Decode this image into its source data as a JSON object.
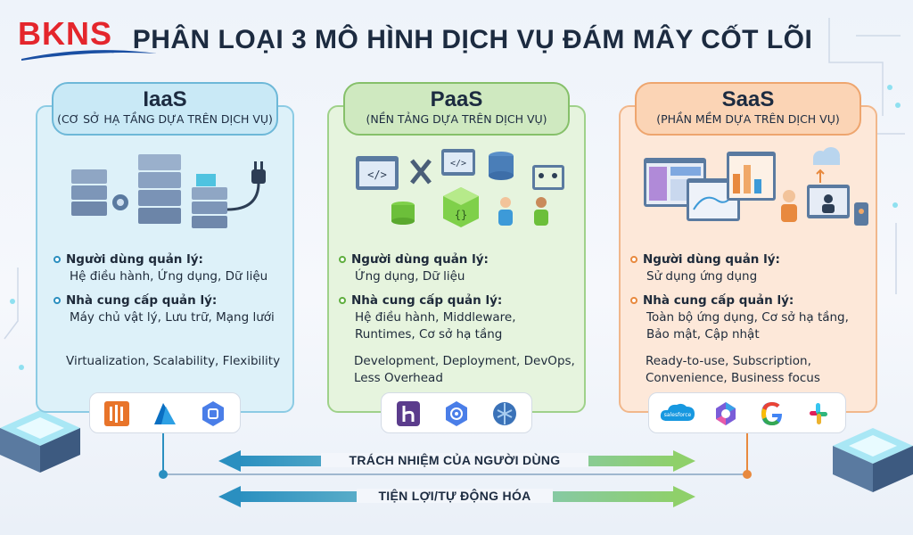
{
  "brand": {
    "logo_text": "BKNS"
  },
  "title": "PHÂN LOẠI 3 MÔ HÌNH DỊCH VỤ ĐÁM MÂY CỐT LÕI",
  "colors": {
    "iaas": "#2a8fc0",
    "paas": "#5fae3f",
    "saas": "#e8893e",
    "brand": "#e4262c"
  },
  "models": [
    {
      "name": "IaaS",
      "subtitle": "(CƠ SỞ HẠ TẦNG DỰA TRÊN DỊCH VỤ)",
      "user_label": "Người dùng quản lý:",
      "user_value": "Hệ điều hành, Ứng dụng, Dữ liệu",
      "provider_label": "Nhà cung cấp quản lý:",
      "provider_value": "Máy chủ vật lý, Lưu trữ, Mạng lưới",
      "features": "Virtualization, Scalability, Flexibility",
      "logos": [
        "aws-icon",
        "azure-icon",
        "google-cloud-icon"
      ]
    },
    {
      "name": "PaaS",
      "subtitle": "(NỀN TẢNG DỰA TRÊN DỊCH VỤ)",
      "user_label": "Người dùng quản lý:",
      "user_value": "Ứng dụng, Dữ liệu",
      "provider_label": "Nhà cung cấp quản lý:",
      "provider_value": "Hệ điều hành, Middleware, Runtimes, Cơ sở hạ tầng",
      "features": "Development, Deployment, DevOps, Less Overhead",
      "logos": [
        "heroku-icon",
        "app-engine-icon",
        "openshift-icon"
      ]
    },
    {
      "name": "SaaS",
      "subtitle": "(PHẦN MỀM DỰA TRÊN DỊCH VỤ)",
      "user_label": "Người dùng quản lý:",
      "user_value": "Sử dụng ứng dụng",
      "provider_label": "Nhà cung cấp quản lý:",
      "provider_value": "Toàn bộ ứng dụng, Cơ sở hạ tầng, Bảo mật, Cập nhật",
      "features": "Ready-to-use, Subscription, Convenience, Business focus",
      "logos": [
        "salesforce-icon",
        "microsoft-365-icon",
        "google-icon",
        "slack-icon"
      ]
    }
  ],
  "salesforce_text": "salesforce",
  "arrows": {
    "responsibility": "TRÁCH NHIỆM CỦA NGƯỜI DÙNG",
    "convenience": "TIỆN LỢI/TỰ ĐỘNG HÓA"
  }
}
